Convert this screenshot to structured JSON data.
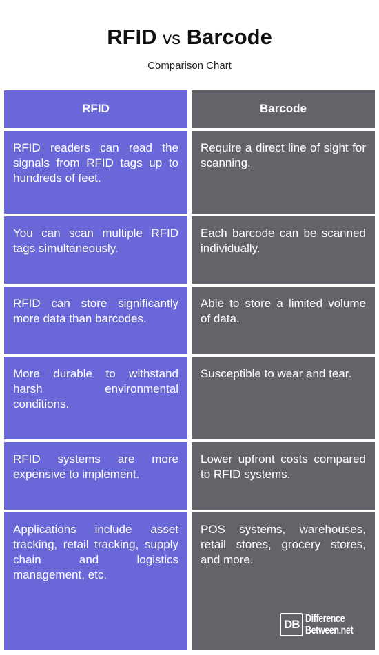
{
  "header": {
    "title_left": "RFID",
    "title_vs": "vs",
    "title_right": "Barcode",
    "subtitle": "Comparison Chart"
  },
  "table": {
    "columns": [
      "RFID",
      "Barcode"
    ],
    "rows": [
      [
        "RFID readers can read the signals from RFID tags up to hundreds of feet.",
        "Require a direct line of sight for scanning."
      ],
      [
        "You can scan multiple RFID tags simultaneously.",
        "Each barcode can be scanned individually."
      ],
      [
        "RFID can store significantly more data than barcodes.",
        "Able to store a limited volume of data."
      ],
      [
        "More durable to withstand harsh environmental conditions.",
        "Susceptible to wear and tear."
      ],
      [
        "RFID systems are more expensive to implement.",
        "Lower upfront costs compared to RFID systems."
      ],
      [
        "Applications include asset tracking, retail tracking, supply chain and logistics management, etc.",
        "POS systems, warehouses, retail stores, grocery stores, and more."
      ]
    ]
  },
  "logo": {
    "mark": "DB",
    "line1": "Difference",
    "line2": "Between.net"
  },
  "colors": {
    "rfid_column": "#6a67d8",
    "barcode_column": "#64636a",
    "text_on_cells": "#ffffff"
  }
}
